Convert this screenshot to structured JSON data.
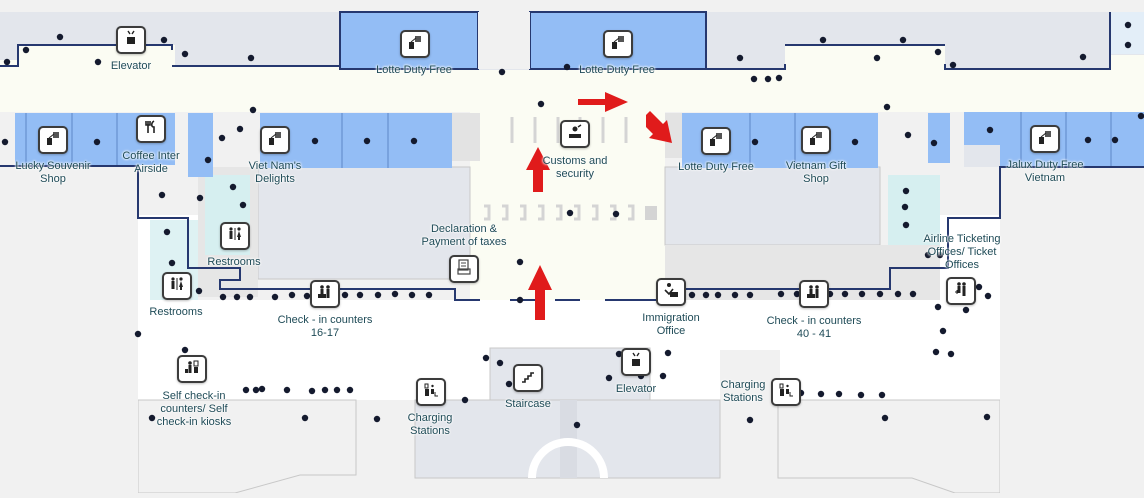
{
  "map": {
    "title": "Airport terminal floor map",
    "colors": {
      "shop": "#93bdf5",
      "walkway": "#fbfcf3",
      "structure": "#e3e6ec",
      "outside": "#f1f1f1",
      "wall": "#26386f",
      "service": "#d6eff0",
      "arrow": "#e01b1b",
      "label": "#1f4b57"
    },
    "pois": [
      {
        "id": "elevator-top",
        "label": "Elevator",
        "icon": "elevator-icon"
      },
      {
        "id": "lotte-duty-free-1",
        "label": "Lotte Duty Free",
        "icon": "shopping-icon"
      },
      {
        "id": "lotte-duty-free-2",
        "label": "Lotte Duty Free",
        "icon": "shopping-icon"
      },
      {
        "id": "lucky-souvenir-shop",
        "label": "Lucky Souvenir Shop",
        "icon": "shopping-icon"
      },
      {
        "id": "coffee-inter-airside",
        "label": "Coffee Inter Airside",
        "icon": "restaurant-icon"
      },
      {
        "id": "viet-nams-delights",
        "label": "Viet Nam's Delights",
        "icon": "shopping-icon"
      },
      {
        "id": "customs-and-security",
        "label": "Customs and security",
        "icon": "customs-icon"
      },
      {
        "id": "lotte-duty-free-3",
        "label": "Lotte Duty Free",
        "icon": "shopping-icon"
      },
      {
        "id": "vietnam-gift-shop",
        "label": "Vietnam Gift Shop",
        "icon": "shopping-icon"
      },
      {
        "id": "jalux-duty-free-vietnam",
        "label": "Jalux Duty Free Vietnam",
        "icon": "shopping-icon"
      },
      {
        "id": "restrooms-1",
        "label": "Restrooms",
        "icon": "restroom-icon"
      },
      {
        "id": "restrooms-2",
        "label": "Restrooms",
        "icon": "restroom-icon"
      },
      {
        "id": "declaration-payment-taxes",
        "label": "Declaration & Payment of taxes",
        "icon": "tax-document-icon"
      },
      {
        "id": "check-in-16-17",
        "label": "Check - in counters 16-17",
        "icon": "check-in-icon"
      },
      {
        "id": "immigration-office",
        "label": "Immigration Office",
        "icon": "immigration-icon"
      },
      {
        "id": "check-in-40-41",
        "label": "Check - in counters 40 - 41",
        "icon": "check-in-icon"
      },
      {
        "id": "airline-ticketing-offices",
        "label": "Airline Ticketing Offices/ Ticket Offices",
        "icon": "ticketing-icon"
      },
      {
        "id": "self-check-in",
        "label": "Self check-in counters/ Self check-in kiosks",
        "icon": "self-check-in-icon"
      },
      {
        "id": "charging-stations-1",
        "label": "Charging Stations",
        "icon": "charging-icon"
      },
      {
        "id": "staircase",
        "label": "Staircase",
        "icon": "staircase-icon"
      },
      {
        "id": "elevator-bottom",
        "label": "Elevator",
        "icon": "elevator-icon"
      },
      {
        "id": "charging-stations-2",
        "label": "Charging Stations",
        "icon": "charging-icon"
      }
    ]
  }
}
